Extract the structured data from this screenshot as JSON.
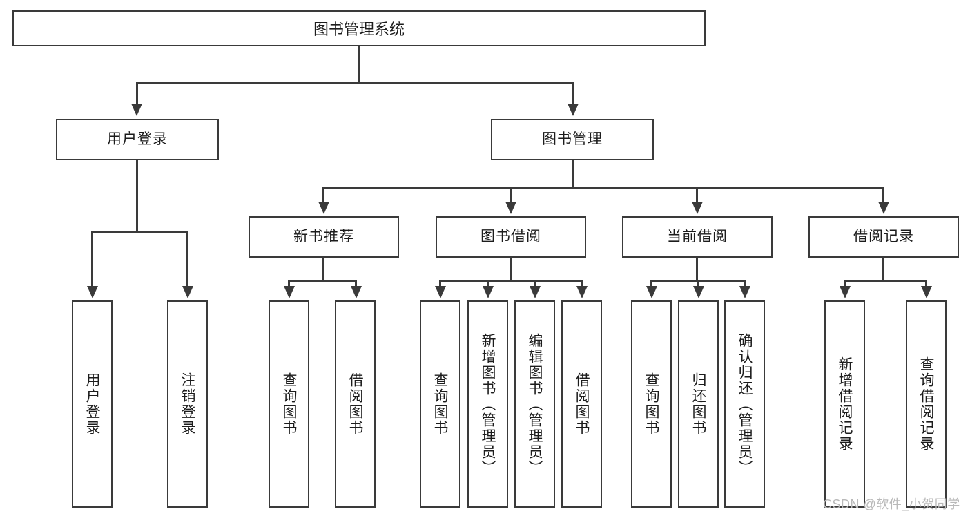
{
  "diagram": {
    "type": "tree-hierarchy",
    "title_node": {
      "label": "图书管理系统"
    },
    "level2": [
      {
        "label": "用户登录"
      },
      {
        "label": "图书管理"
      }
    ],
    "level3": [
      {
        "label": "新书推荐"
      },
      {
        "label": "图书借阅"
      },
      {
        "label": "当前借阅"
      },
      {
        "label": "借阅记录"
      }
    ],
    "leaves": {
      "user_login": [
        {
          "label": "用户登录"
        },
        {
          "label": "注销登录"
        }
      ],
      "new_book_recommend": [
        {
          "label": "查询图书"
        },
        {
          "label": "借阅图书"
        }
      ],
      "book_borrow": [
        {
          "label": "查询图书"
        },
        {
          "label": "新增图书（管理员）"
        },
        {
          "label": "编辑图书（管理员）"
        },
        {
          "label": "借阅图书"
        }
      ],
      "current_borrow": [
        {
          "label": "查询图书"
        },
        {
          "label": "归还图书"
        },
        {
          "label": "确认归还（管理员）"
        }
      ],
      "borrow_record": [
        {
          "label": "新增借阅记录"
        },
        {
          "label": "查询借阅记录"
        }
      ]
    }
  },
  "watermark": {
    "text": "CSDN @软件_小贺同学"
  },
  "colors": {
    "border": "#3a3a3a",
    "box_fill": "#ffffff",
    "text": "#1c1c1c",
    "watermark": "#b9b9b9"
  }
}
